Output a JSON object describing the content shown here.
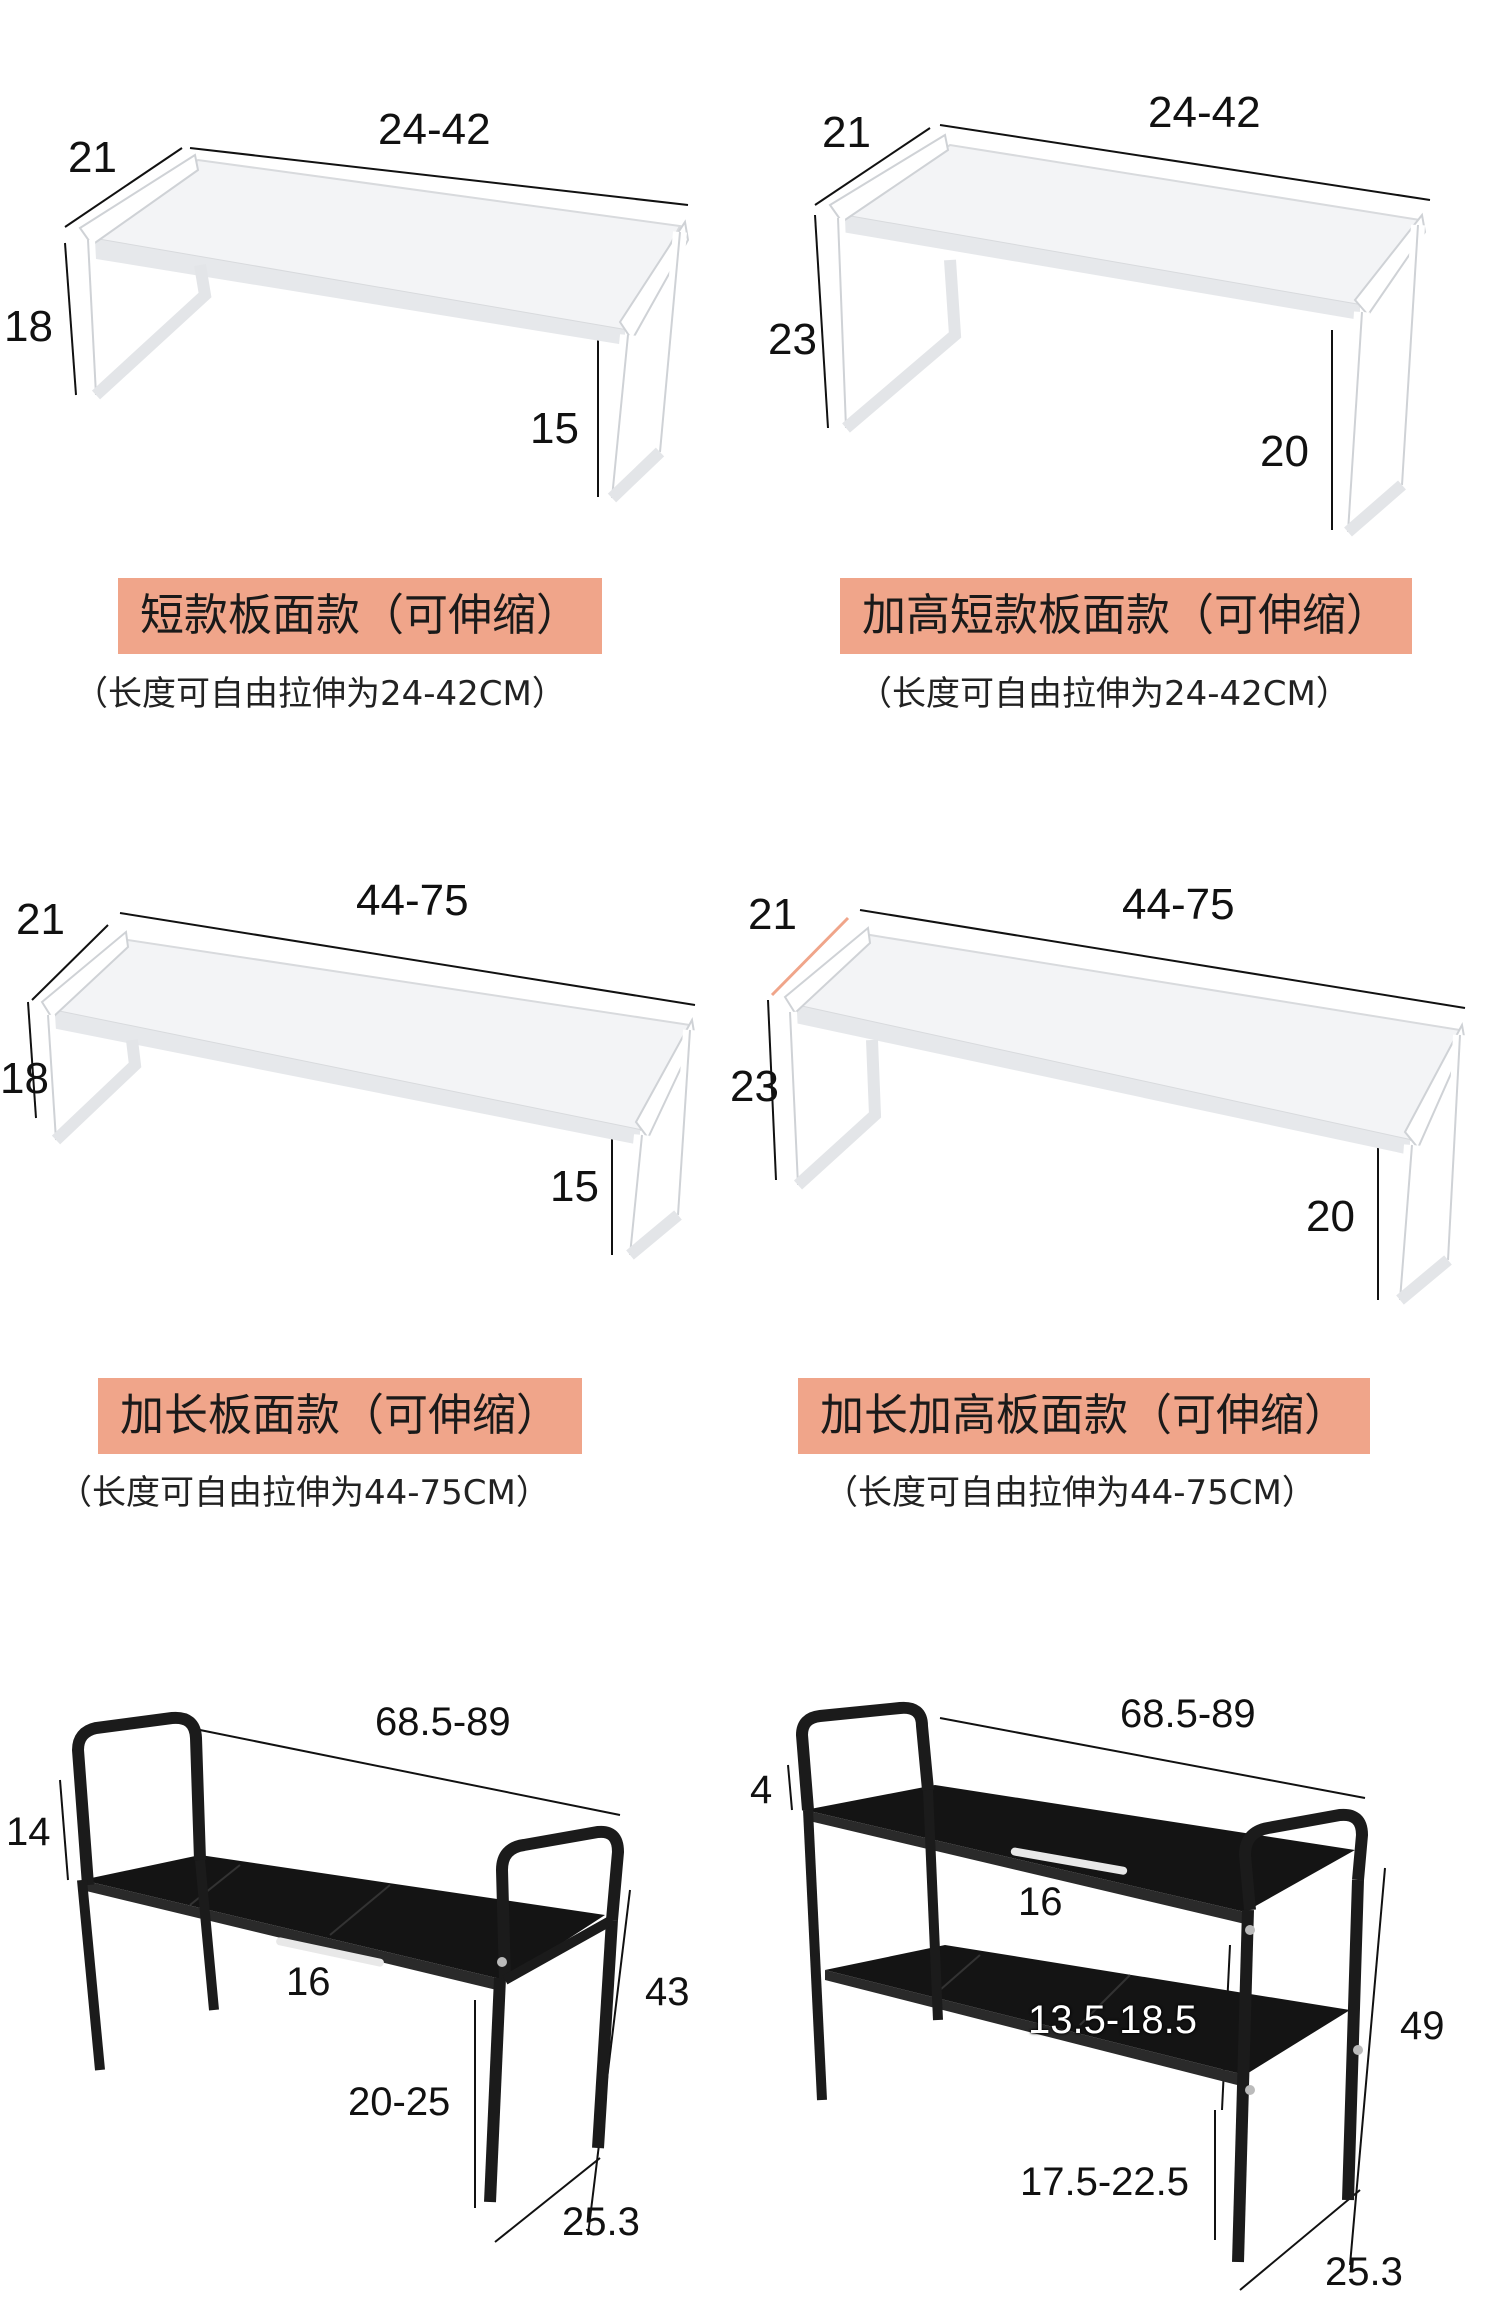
{
  "products": [
    {
      "id": "short",
      "dims": {
        "width": "24-42",
        "depth": "21",
        "height": "18",
        "leg": "15"
      },
      "title": "短款板面款（可伸缩）",
      "subtitle": "（长度可自由拉伸为24-42CM）"
    },
    {
      "id": "tall-short",
      "dims": {
        "width": "24-42",
        "depth": "21",
        "height": "23",
        "leg": "20"
      },
      "title": "加高短款板面款（可伸缩）",
      "subtitle": "（长度可自由拉伸为24-42CM）"
    },
    {
      "id": "long",
      "dims": {
        "width": "44-75",
        "depth": "21",
        "height": "18",
        "leg": "15"
      },
      "title": "加长板面款（可伸缩）",
      "subtitle": "（长度可自由拉伸为44-75CM）"
    },
    {
      "id": "tall-long",
      "dims": {
        "width": "44-75",
        "depth": "21",
        "height": "23",
        "leg": "20"
      },
      "title": "加长加高板面款（可伸缩）",
      "subtitle": "（长度可自由拉伸为44-75CM）"
    },
    {
      "id": "black-single",
      "dims": {
        "width": "68.5-89",
        "rail": "14",
        "shelf": "16",
        "height": "43",
        "leg": "20-25",
        "depth": "25.3"
      }
    },
    {
      "id": "black-double",
      "dims": {
        "width": "68.5-89",
        "rail": "4",
        "shelf": "16",
        "gap": "13.5-18.5",
        "height": "49",
        "leg": "17.5-22.5",
        "depth": "25.3"
      }
    }
  ],
  "colors": {
    "tag_bg": "#f0a58a",
    "frame_white": "#ffffff",
    "frame_black": "#1b1b1b"
  }
}
